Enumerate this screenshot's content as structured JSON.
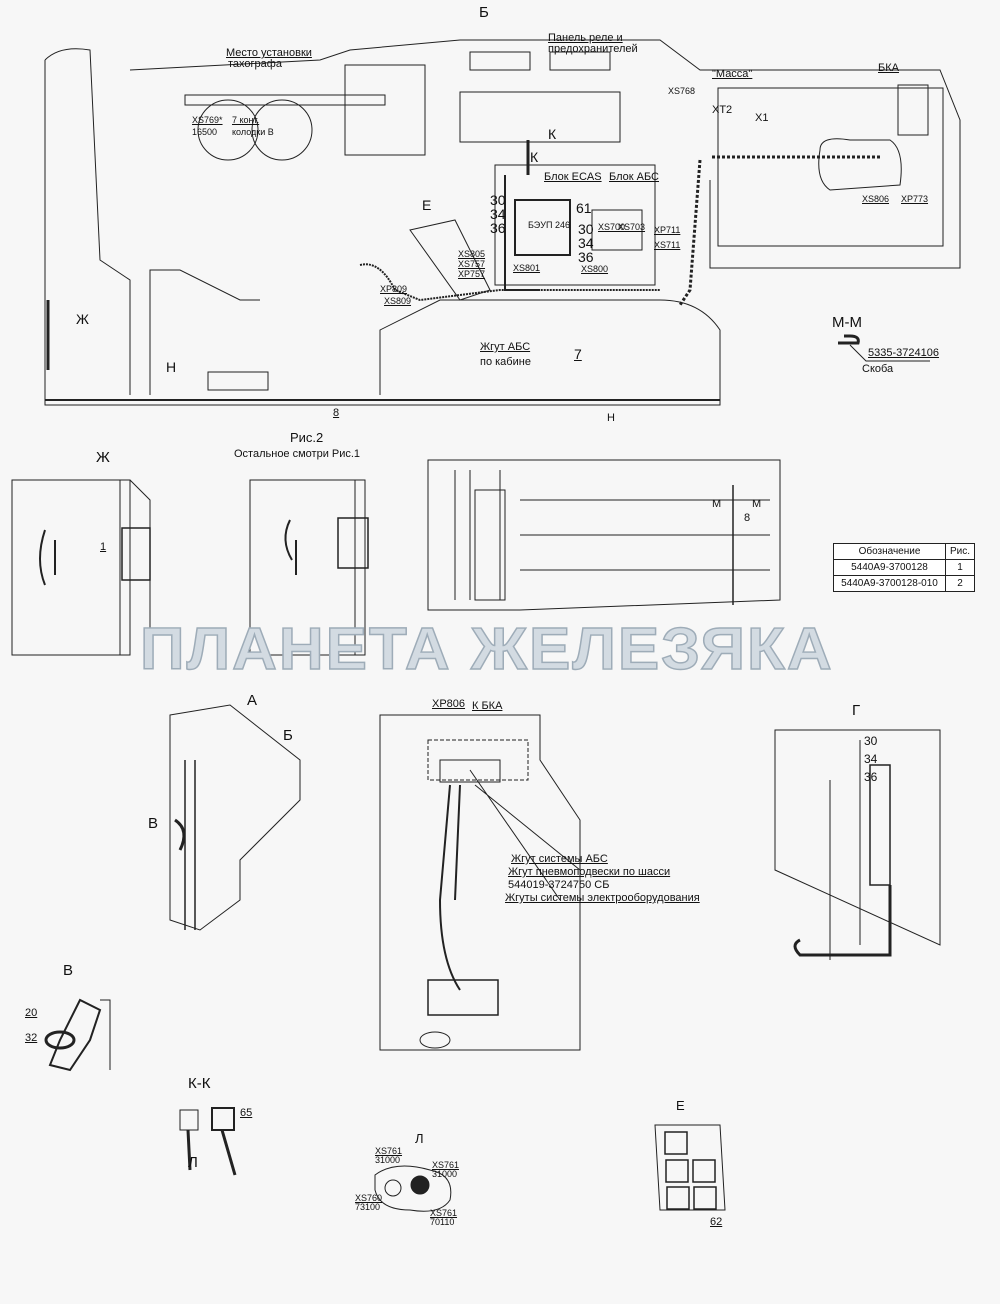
{
  "top_view": {
    "view_b": "Б",
    "tacho_place": [
      "Место установки",
      "тахографа"
    ],
    "xs769": [
      "XS769*",
      "16500"
    ],
    "pins7": [
      "7 конт.",
      "колодки В"
    ],
    "relay_panel": [
      "Панель реле и",
      "предохранителей"
    ],
    "section_k": [
      "К",
      "К"
    ],
    "xs768": "XS768",
    "massa": "\"Масса\"",
    "xt2": "XT2",
    "x1": "X1",
    "bka": "БКА",
    "xs806": "XS806",
    "xp773": "XP773",
    "ecas": "Блок ECAS",
    "abs_block": "Блок АБС",
    "ecas_num": "БЭУП 246",
    "left_nums": [
      "30",
      "34",
      "36"
    ],
    "n61": "61",
    "right_nums": [
      "30",
      "34",
      "36"
    ],
    "xs801": "XS801",
    "xs800": "XS800",
    "xs700": "XS700",
    "xs703": "XS703",
    "xp711": "XP711",
    "xs711": "XS711",
    "view_e": "Е",
    "xs805": "XS805",
    "xs757": "XS757",
    "xp757": "XP757",
    "xp809": "XP809",
    "xs809": "XS809",
    "view_zh": "Ж",
    "view_n": "Н",
    "abs_harness": [
      "Жгут АБС",
      "по кабине"
    ],
    "n7": "7",
    "n8": "8"
  },
  "mm": {
    "title": "М-М",
    "part": "5335-3724106",
    "name": "Скоба"
  },
  "zh_view": {
    "title": "Ж",
    "n1": "1"
  },
  "fig2": {
    "title": "Рис.2",
    "note": "Остальное смотри Рис.1"
  },
  "n_view": {
    "title": "Н",
    "m1": "М",
    "m2": "М",
    "n8": "8"
  },
  "spec_table": {
    "headers": [
      "Обозначение",
      "Рис."
    ],
    "rows": [
      [
        "5440A9-3700128",
        "1"
      ],
      [
        "5440A9-3700128-010",
        "2"
      ]
    ]
  },
  "watermark": "ПЛАНЕТА ЖЕЛЕЗЯКА",
  "a_view": {
    "title": "А",
    "b": "Б",
    "v": "В"
  },
  "chassis": {
    "xp806": "XP806",
    "k_bka": "К БКА",
    "labels": [
      "Жгут системы АБС",
      "Жгут пневмоподвески по шасси",
      "544019-3724750 СБ",
      "Жгуты системы электрооборудования"
    ]
  },
  "g_view": {
    "title": "Г",
    "nums": [
      "30",
      "34",
      "36"
    ]
  },
  "v_view": {
    "title": "В",
    "n20": "20",
    "n32": "32"
  },
  "kk_view": {
    "title": "К-К",
    "n65": "65",
    "l": "Л"
  },
  "l_view": {
    "title": "Л",
    "c1": [
      "XS761",
      "31000"
    ],
    "c2": [
      "XS761",
      "31000"
    ],
    "c3": [
      "XS760",
      "73100"
    ],
    "c4": [
      "XS761",
      "70110"
    ]
  },
  "e_view": {
    "title": "Е",
    "n62": "62"
  }
}
